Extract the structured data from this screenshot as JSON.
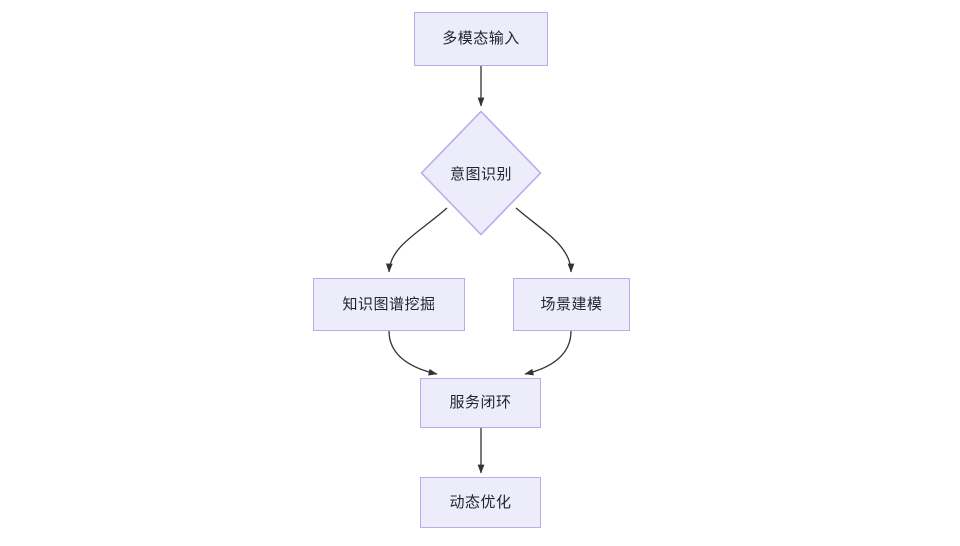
{
  "diagram": {
    "type": "flowchart",
    "direction": "top-to-bottom",
    "background_color": "#ffffff",
    "node_fill_color": "#ececfb",
    "node_border_color": "#bcaaec",
    "text_color": "#1f2430",
    "edge_color": "#333333",
    "nodes": [
      {
        "id": "input",
        "label": "多模态输入",
        "shape": "rectangle"
      },
      {
        "id": "intent",
        "label": "意图识别",
        "shape": "diamond"
      },
      {
        "id": "kg",
        "label": "知识图谱挖掘",
        "shape": "rectangle"
      },
      {
        "id": "scene",
        "label": "场景建模",
        "shape": "rectangle"
      },
      {
        "id": "closure",
        "label": "服务闭环",
        "shape": "rectangle"
      },
      {
        "id": "optimize",
        "label": "动态优化",
        "shape": "rectangle"
      }
    ],
    "edges": [
      {
        "from": "input",
        "to": "intent",
        "label": "",
        "style": "straight-arrow"
      },
      {
        "from": "intent",
        "to": "kg",
        "label": "",
        "style": "curved-arrow"
      },
      {
        "from": "intent",
        "to": "scene",
        "label": "",
        "style": "curved-arrow"
      },
      {
        "from": "kg",
        "to": "closure",
        "label": "",
        "style": "curved-arrow"
      },
      {
        "from": "scene",
        "to": "closure",
        "label": "",
        "style": "curved-arrow"
      },
      {
        "from": "closure",
        "to": "optimize",
        "label": "",
        "style": "straight-arrow"
      }
    ]
  }
}
